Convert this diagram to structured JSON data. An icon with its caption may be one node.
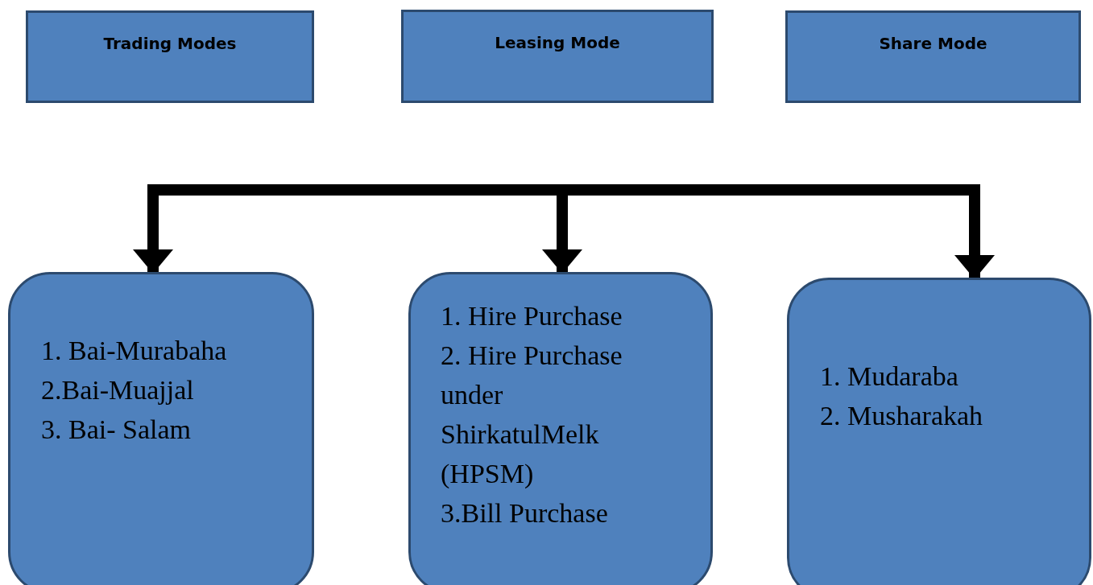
{
  "diagram": {
    "nodes": [
      {
        "text": [
          "Trading Modes"
        ]
      },
      {
        "text": [
          "Leasing Mode"
        ]
      },
      {
        "text": [
          "Share Mode"
        ]
      },
      {
        "text": [
          "1. Bai-Murabaha",
          "2.Bai-Muajjal",
          "3. Bai- Salam"
        ]
      },
      {
        "text": [
          "1. Hire Purchase",
          "2. Hire Purchase under ShirkatulMelk (HPSM)",
          "3.Bill Purchase"
        ]
      },
      {
        "text": [
          "1. Mudaraba",
          "2. Musharakah"
        ]
      }
    ],
    "edges": [
      {
        "from": null,
        "to": 3,
        "arrow": "to"
      },
      {
        "from": null,
        "to": 4,
        "arrow": "to"
      },
      {
        "from": null,
        "to": 5,
        "arrow": "to"
      }
    ]
  }
}
